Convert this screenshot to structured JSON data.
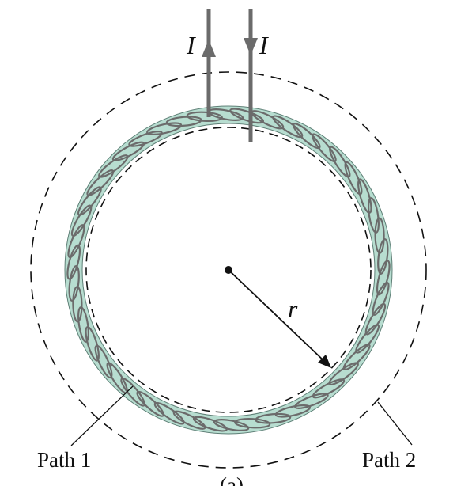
{
  "figure": {
    "current_label_left": "I",
    "current_label_right": "I",
    "radius_label": "r",
    "path1_label": "Path 1",
    "path2_label": "Path 2",
    "panel_label": "(a)"
  },
  "colors": {
    "core_fill": "#b7ddd0",
    "wire": "#6b6b6b",
    "dashed": "#111111",
    "arrow": "#111111"
  }
}
